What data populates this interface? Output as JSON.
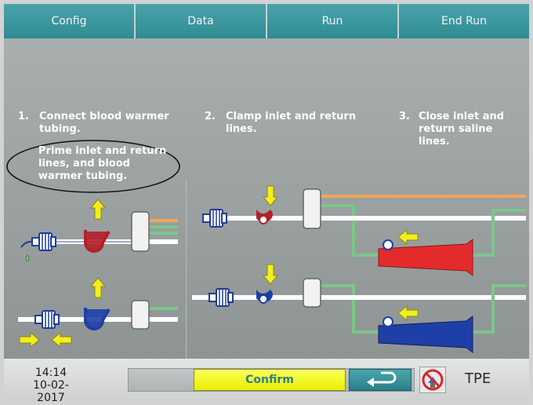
{
  "nav": {
    "tabs": [
      "Config",
      "Data",
      "Run",
      "End Run"
    ]
  },
  "steps": [
    {
      "number": "1.",
      "text_line1": "Connect blood warmer",
      "text_line2": "tubing."
    },
    {
      "number": "2.",
      "text_line1": "Clamp inlet and return",
      "text_line2": "lines."
    },
    {
      "number": "3.",
      "text_line1": "Close inlet and",
      "text_line2": "return saline",
      "text_line3": "lines."
    }
  ],
  "note": {
    "line1": "Prime inlet and return",
    "line2": "lines, and blood",
    "line3": "warmer tubing."
  },
  "status": {
    "time": "14:14",
    "date": "10-02-2017",
    "confirm_label": "Confirm",
    "procedure": "TPE"
  },
  "icons": {
    "back": "return-arrow-icon",
    "no_power": "no-ac-power-icon"
  },
  "colors": {
    "nav": "#3a969e",
    "confirm": "#f2f71a",
    "inlet_clamp": "#b2202a",
    "return_clamp": "#1e3fa8",
    "arrow": "#f2ee1e",
    "tubing_orange": "#f0a55a",
    "tubing_green": "#7cc68a"
  }
}
